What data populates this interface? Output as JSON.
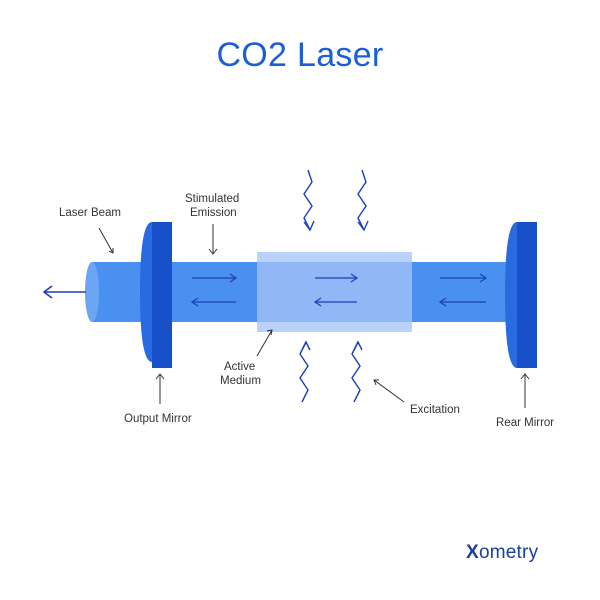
{
  "title": "CO2 Laser",
  "labels": {
    "laser_beam": "Laser Beam",
    "stimulated_emission_line1": "Stimulated",
    "stimulated_emission_line2": "Emission",
    "active_medium_line1": "Active",
    "active_medium_line2": "Medium",
    "output_mirror": "Output Mirror",
    "excitation": "Excitation",
    "rear_mirror": "Rear Mirror"
  },
  "brand": {
    "name": "Xometry",
    "logo_letter": "X",
    "rest": "ometry"
  },
  "colors": {
    "title": "#1a5fd6",
    "beam_light": "#4a90f0",
    "beam_dark": "#3a7ee8",
    "mirror_face": "#2a6ae0",
    "mirror_dark": "#1750c8",
    "medium_fill": "#aecbfa",
    "arrow": "#1b3fb8",
    "pointer": "#333333",
    "brand": "#1a3f9a"
  }
}
